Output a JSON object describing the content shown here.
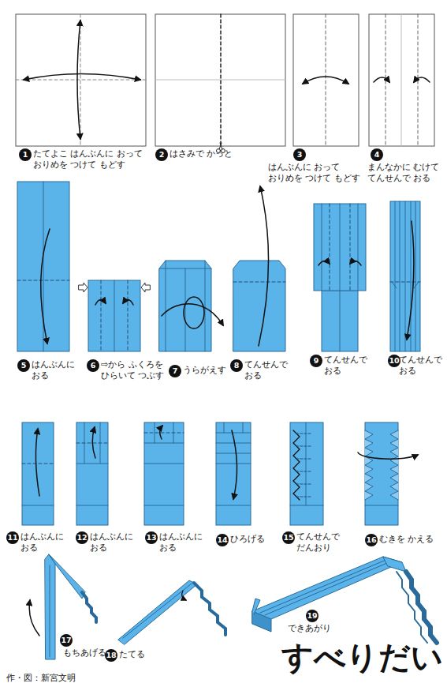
{
  "diagram": {
    "title": "すべりだい",
    "labels": [
      "1",
      "たてよこ はんぶんに おって おりめを つけて もどす",
      "2",
      "はさみで かっと",
      "3",
      "はんぶんに おって おりめを つけて もどす",
      "4",
      "まんなかに むけて てんせんで おる",
      "5",
      "はんぶんに おる",
      "6",
      "⇨から ふくろを ひらいて つぶす",
      "7",
      "うらがえす",
      "8",
      "てんせんで おる",
      "9",
      "てんせんで おる",
      "10",
      "てんせんで おる",
      "11",
      "はんぶんに おる",
      "12",
      "はんぶんに おる",
      "13",
      "はんぶんに おる",
      "14",
      "ひろげる",
      "15",
      "てんせんで だんおり",
      "16",
      "むきを かえる",
      "17",
      "もちあげる",
      "18",
      "たてる",
      "19",
      "できあがり",
      "作・図：新宮文明"
    ]
  }
}
